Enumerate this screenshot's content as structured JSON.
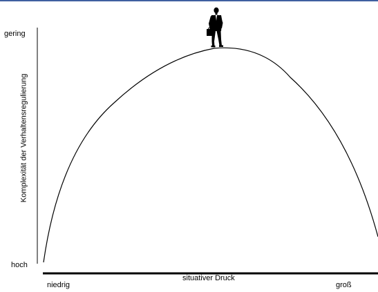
{
  "diagram": {
    "y_axis": {
      "title": "Komplexität der Verhaltensregulierung",
      "top_label": "gering",
      "bottom_label": "hoch"
    },
    "x_axis": {
      "title": "situativer Druck",
      "left_label": "niedrig",
      "right_label": "groß"
    },
    "curve": "inverted-u",
    "figure_icon": "businessman-with-briefcase-icon",
    "colors": {
      "top_rule": "#3f5fa0",
      "lines": "#000000"
    }
  }
}
